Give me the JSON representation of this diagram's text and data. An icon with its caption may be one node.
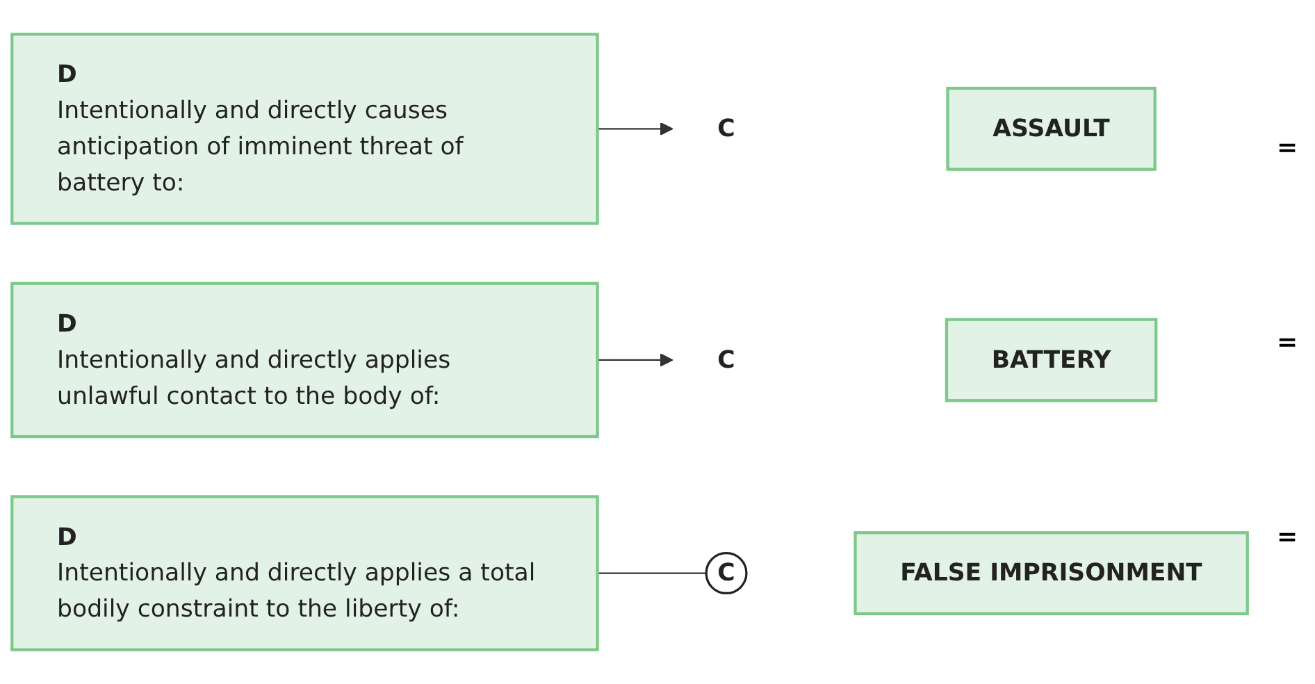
{
  "diagram": {
    "nodes": [
      {
        "text": [
          "D",
          "Intentionally and directly causes anticipation of imminent threat of battery to:"
        ]
      },
      {
        "text": [
          "C"
        ]
      },
      {
        "text": [
          "ASSAULT"
        ]
      },
      {
        "text": [
          "D",
          "Intentionally and directly applies unlawful contact to the body of:"
        ]
      },
      {
        "text": [
          "C"
        ]
      },
      {
        "text": [
          "BATTERY"
        ]
      },
      {
        "text": [
          "D",
          "Intentionally and directly applies a total bodily constraint to the liberty of:"
        ]
      },
      {
        "text": [
          "C"
        ]
      },
      {
        "text": [
          "FALSE IMPRISONMENT"
        ]
      }
    ],
    "edges": [
      {
        "from": 0,
        "to": 1,
        "arrow": "to"
      },
      {
        "from": 3,
        "to": 4,
        "arrow": "to"
      },
      {
        "from": 6,
        "to": 7,
        "arrow": "none"
      }
    ],
    "labels": [
      "=",
      "=",
      "="
    ]
  }
}
